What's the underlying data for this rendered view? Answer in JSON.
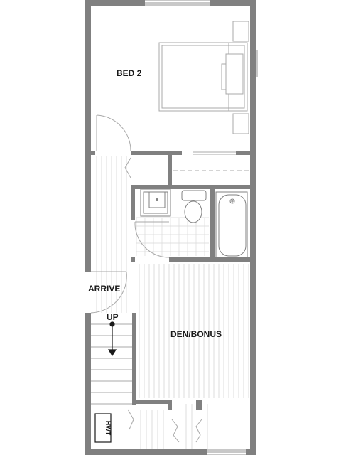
{
  "rooms": {
    "bed2": "BED 2",
    "den_bonus": "DEN/BONUS"
  },
  "labels": {
    "arrive": "ARRIVE",
    "up": "UP",
    "hwt": "HWT"
  },
  "colors": {
    "wall": "#808080",
    "line": "#a8a8a8",
    "text": "#1a1a1a"
  }
}
